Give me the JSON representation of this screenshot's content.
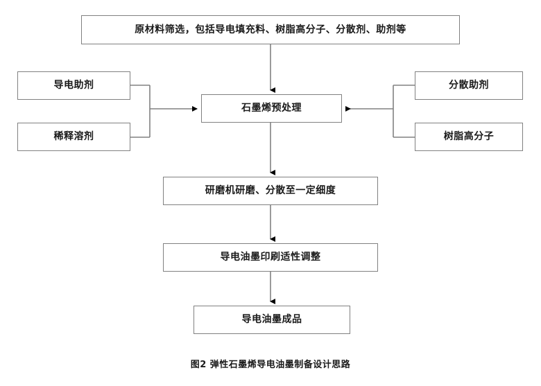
{
  "figure": {
    "caption": "图2 弹性石墨烯导电油墨制备设计思路",
    "line_color": "#808080",
    "arrow_color": "#000000",
    "text_color": "#1a1a1a",
    "background": "#ffffff"
  },
  "nodes": {
    "raw_materials": "原材料筛选，包括导电填充料、树脂高分子、分散剂、助剂等",
    "conductive_aid": "导电助剂",
    "diluent_solvent": "稀释溶剂",
    "dispersing_aid": "分散助剂",
    "resin_polymer": "树脂高分子",
    "graphene_pretreatment": "石墨烯预处理",
    "grinding": "研磨机研磨、分散至一定细度",
    "printability": "导电油墨印刷适性调整",
    "final_product": "导电油墨成品"
  },
  "flow": {
    "type": "flowchart",
    "direction": "top-to-bottom",
    "main_chain": [
      "原材料筛选，包括导电填充料、树脂高分子、分散剂、助剂等",
      "石墨烯预处理",
      "研磨机研磨、分散至一定细度",
      "导电油墨印刷适性调整",
      "导电油墨成品"
    ],
    "left_inputs": [
      "导电助剂",
      "稀释溶剂"
    ],
    "right_inputs": [
      "分散助剂",
      "树脂高分子"
    ],
    "merge_target": "石墨烯预处理"
  }
}
